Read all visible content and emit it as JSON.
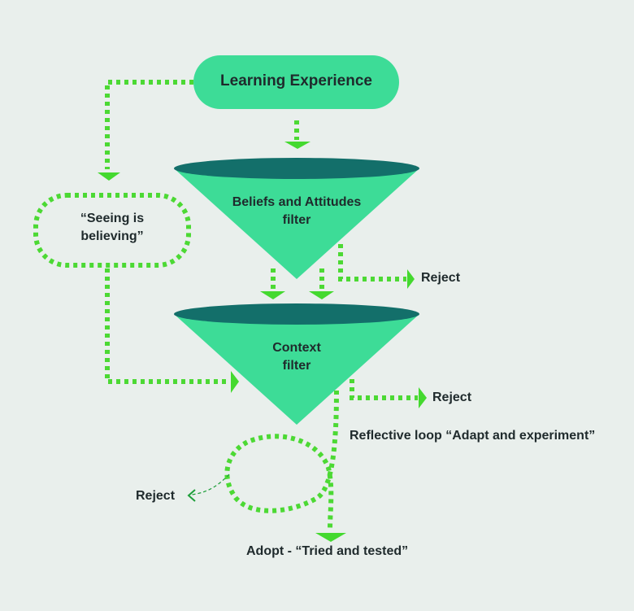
{
  "diagram": {
    "nodes": {
      "learning_experience": "Learning Experience",
      "seeing_is_believing_line1": "“Seeing is",
      "seeing_is_believing_line2": "believing”",
      "beliefs_filter_line1": "Beliefs and Attitudes",
      "beliefs_filter_line2": "filter",
      "context_filter_line1": "Context",
      "context_filter_line2": "filter"
    },
    "labels": {
      "reject_beliefs": "Reject",
      "reject_context": "Reject",
      "reject_loop": "Reject",
      "reflective_loop": "Reflective loop “Adapt and experiment”",
      "adopt": "Adopt - “Tried and tested”"
    }
  },
  "colors": {
    "background": "#e9efec",
    "node_fill": "#3ddc97",
    "cone_top": "#136f6a",
    "dotted_line": "#4cd934",
    "arrow_head": "#44d92f",
    "text": "#1f2a2c"
  }
}
